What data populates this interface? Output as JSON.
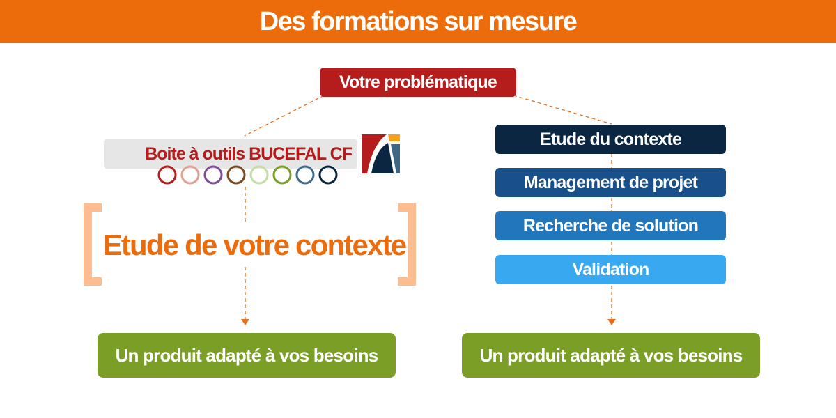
{
  "header": {
    "title": "Des formations sur mesure"
  },
  "problem": {
    "label": "Votre problématique"
  },
  "left_branch": {
    "toolbox_label": "Boite à outils BUCEFAL CF",
    "logo_icon": "bucefal-logo-icon",
    "ring_colors": [
      "#b51d1c",
      "#e3a090",
      "#7e4d9a",
      "#7a4a22",
      "#c5dba8",
      "#7a9e26",
      "#3f6d8e",
      "#0b2640"
    ],
    "context_title": "Etude de votre contexte",
    "bracket_color": "#fdbd90",
    "result_label": "Un produit adapté à vos besoins"
  },
  "right_branch": {
    "steps": [
      {
        "label": "Etude du contexte",
        "color": "#0b2640"
      },
      {
        "label": "Management de projet",
        "color": "#1a5089"
      },
      {
        "label": "Recherche de solution",
        "color": "#2276bb"
      },
      {
        "label": "Validation",
        "color": "#38a8f1"
      }
    ],
    "result_label": "Un produit adapté à vos besoins"
  },
  "colors": {
    "banner": "#ec6c0c",
    "problem": "#b51d1c",
    "result": "#7a9e26",
    "connector": "#e07020"
  }
}
